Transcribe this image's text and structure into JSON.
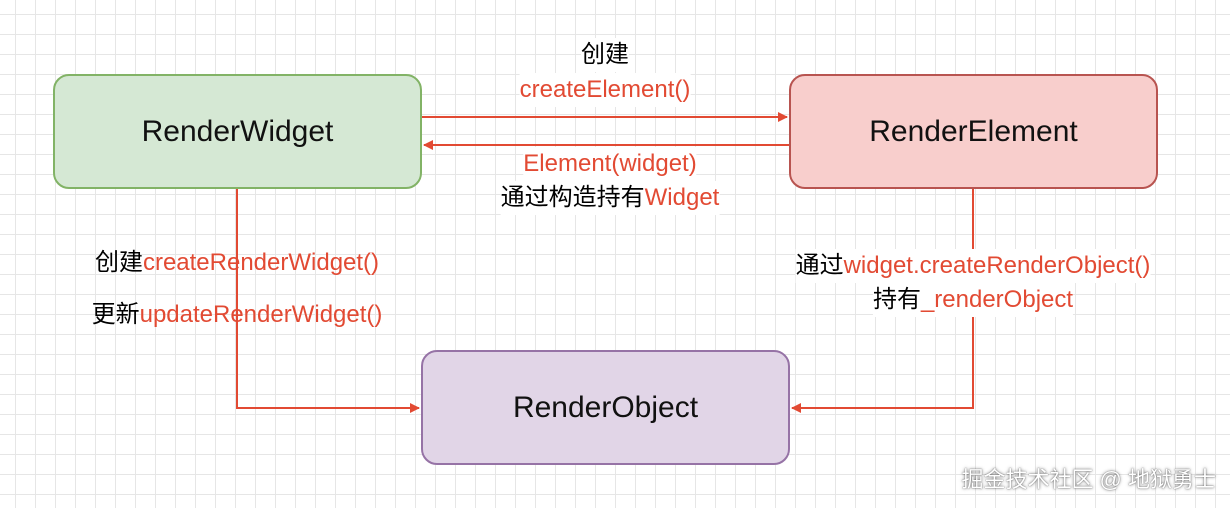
{
  "nodes": {
    "render_widget": "RenderWidget",
    "render_element": "RenderElement",
    "render_object": "RenderObject"
  },
  "edges": {
    "create_element": {
      "line1": "创建",
      "line2": "createElement()"
    },
    "element_holds_widget": {
      "line1": "Element(widget)",
      "line2_prefix": "通过构造持有",
      "line2_highlight": "Widget"
    },
    "widget_to_object": {
      "create_prefix": "创建",
      "create_call": "createRenderWidget()",
      "update_prefix": "更新",
      "update_call": "updateRenderWidget()"
    },
    "element_to_object": {
      "line1_prefix": "通过",
      "line1_call": "widget.createRenderObject()",
      "line2_prefix": "持有",
      "line2_field": "_renderObject"
    }
  },
  "watermark": "掘金技术社区 @ 地狱勇士",
  "colors": {
    "edge": "#e24a33",
    "highlight_text": "#e24a33",
    "widget_fill": "#d5e8d4",
    "widget_stroke": "#82b366",
    "element_fill": "#f8cecc",
    "element_stroke": "#b85450",
    "object_fill": "#e1d5e7",
    "object_stroke": "#9673a6"
  }
}
